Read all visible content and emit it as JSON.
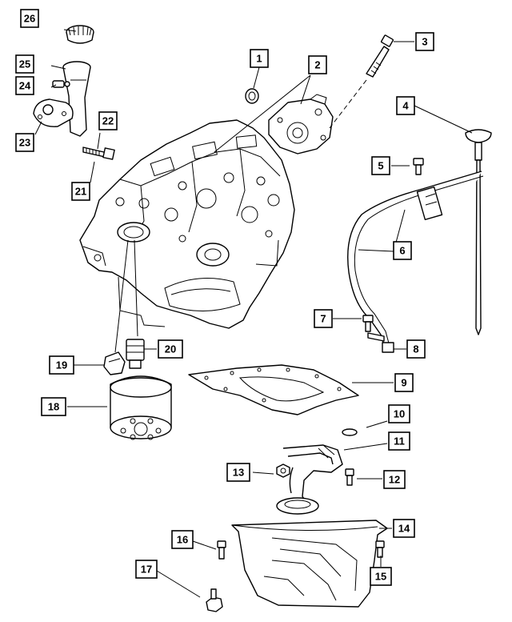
{
  "callouts": [
    {
      "id": "1",
      "label": "1"
    },
    {
      "id": "2",
      "label": "2"
    },
    {
      "id": "3",
      "label": "3"
    },
    {
      "id": "4",
      "label": "4"
    },
    {
      "id": "5",
      "label": "5"
    },
    {
      "id": "6",
      "label": "6"
    },
    {
      "id": "7",
      "label": "7"
    },
    {
      "id": "8",
      "label": "8"
    },
    {
      "id": "9",
      "label": "9"
    },
    {
      "id": "10",
      "label": "10"
    },
    {
      "id": "11",
      "label": "11"
    },
    {
      "id": "12",
      "label": "12"
    },
    {
      "id": "13",
      "label": "13"
    },
    {
      "id": "14",
      "label": "14"
    },
    {
      "id": "15",
      "label": "15"
    },
    {
      "id": "16",
      "label": "16"
    },
    {
      "id": "17",
      "label": "17"
    },
    {
      "id": "18",
      "label": "18"
    },
    {
      "id": "19",
      "label": "19"
    },
    {
      "id": "20",
      "label": "20"
    },
    {
      "id": "21",
      "label": "21"
    },
    {
      "id": "22",
      "label": "22"
    },
    {
      "id": "23",
      "label": "23"
    },
    {
      "id": "24",
      "label": "24"
    },
    {
      "id": "25",
      "label": "25"
    },
    {
      "id": "26",
      "label": "26"
    }
  ],
  "colors": {
    "line": "#000000",
    "background": "#ffffff",
    "shade": "#bfbfbf"
  }
}
